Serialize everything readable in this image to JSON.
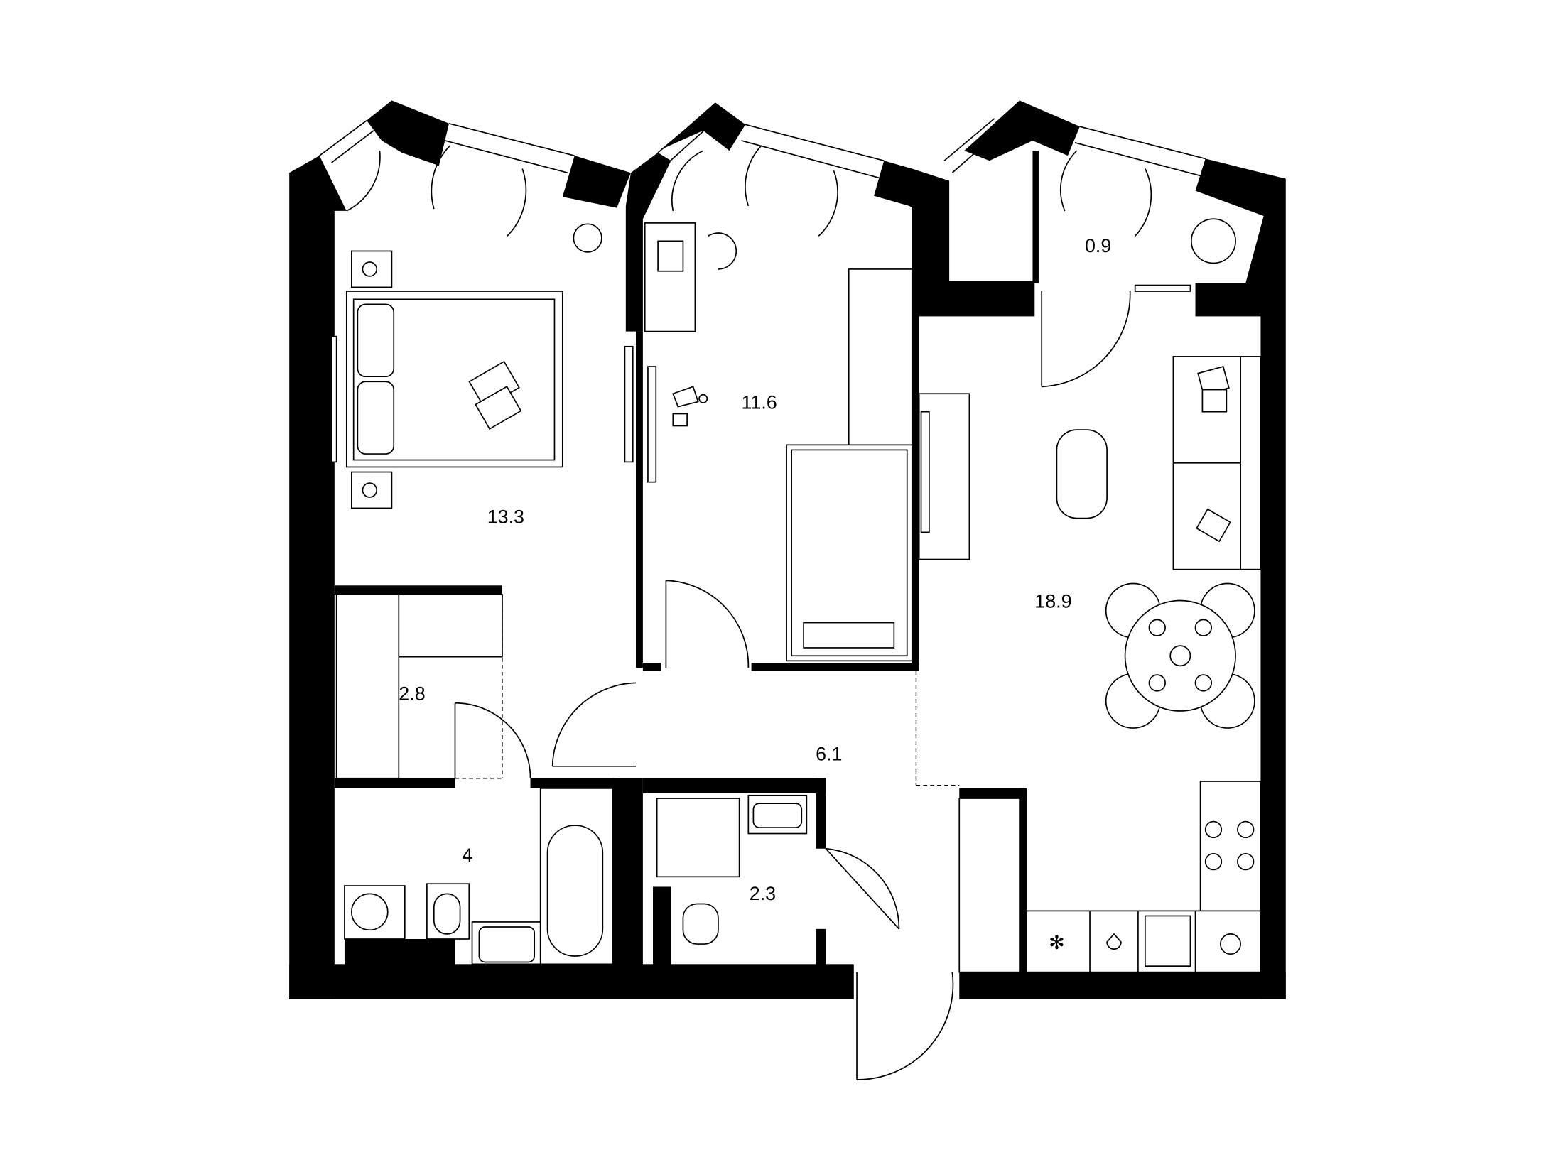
{
  "floor_plan": {
    "rooms": [
      {
        "id": "bedroom",
        "area": "13.3"
      },
      {
        "id": "kids-room",
        "area": "11.6"
      },
      {
        "id": "balcony",
        "area": "0.9"
      },
      {
        "id": "living-kitchen",
        "area": "18.9"
      },
      {
        "id": "wardrobe",
        "area": "2.8"
      },
      {
        "id": "hallway",
        "area": "6.1"
      },
      {
        "id": "bathroom",
        "area": "4"
      },
      {
        "id": "toilet",
        "area": "2.3"
      }
    ]
  }
}
